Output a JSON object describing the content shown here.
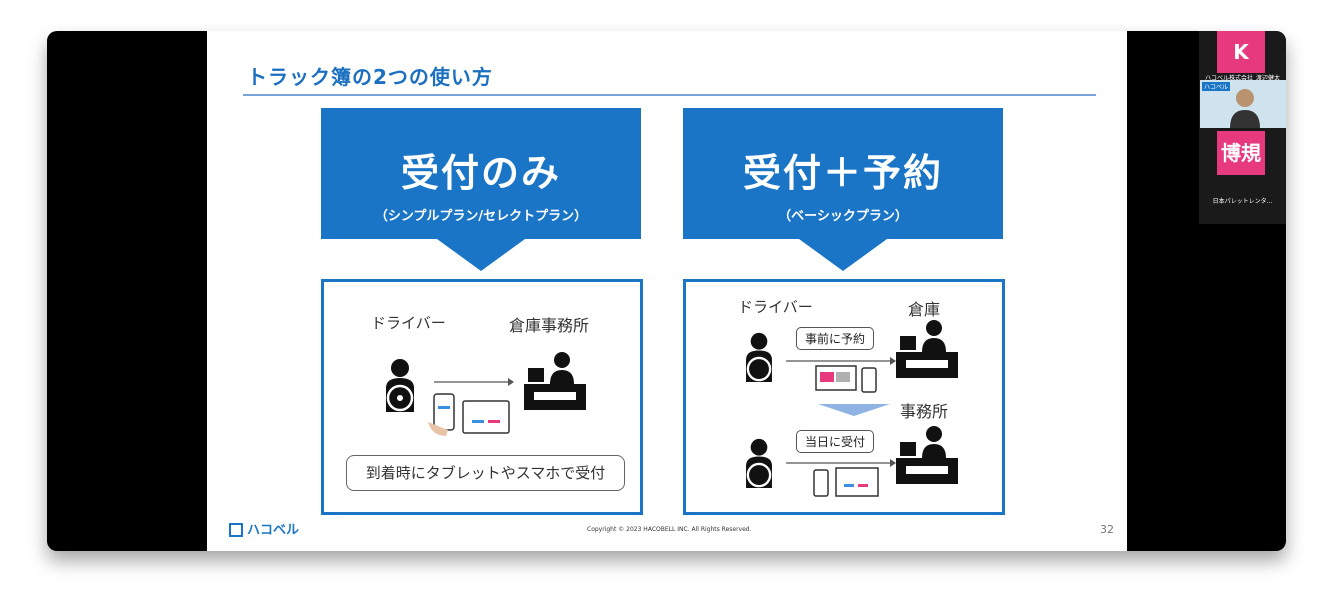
{
  "slide": {
    "title": "トラック簿の2つの使い方",
    "plans": [
      {
        "main": "受付のみ",
        "sub": "（シンプルプラン/セレクトプラン）"
      },
      {
        "main": "受付＋予約",
        "sub": "（ベーシックプラン）"
      }
    ],
    "left_panel": {
      "driver_label": "ドライバー",
      "office_label": "倉庫事務所",
      "caption": "到着時にタブレットやスマホで受付"
    },
    "right_panel": {
      "driver_label": "ドライバー",
      "warehouse_label": "倉庫",
      "office_label": "事務所",
      "reserve_bubble": "事前に予約",
      "checkin_bubble": "当日に受付"
    },
    "footer": {
      "logo": "ハコベル",
      "copyright": "Copyright © 2023 HACOBELL INC. All Rights Reserved.",
      "page_number": "32"
    }
  },
  "participants": {
    "tile_top": "K",
    "caption_top": "ハコベル株式会社_渡辺健太",
    "video_logo": "ハコベル",
    "tile_bottom": "博規",
    "caption_bottom": "日本パレットレンタ..."
  },
  "colors": {
    "accent": "#1b75c7",
    "title": "#1b6fc1",
    "tile": "#e6397e"
  }
}
